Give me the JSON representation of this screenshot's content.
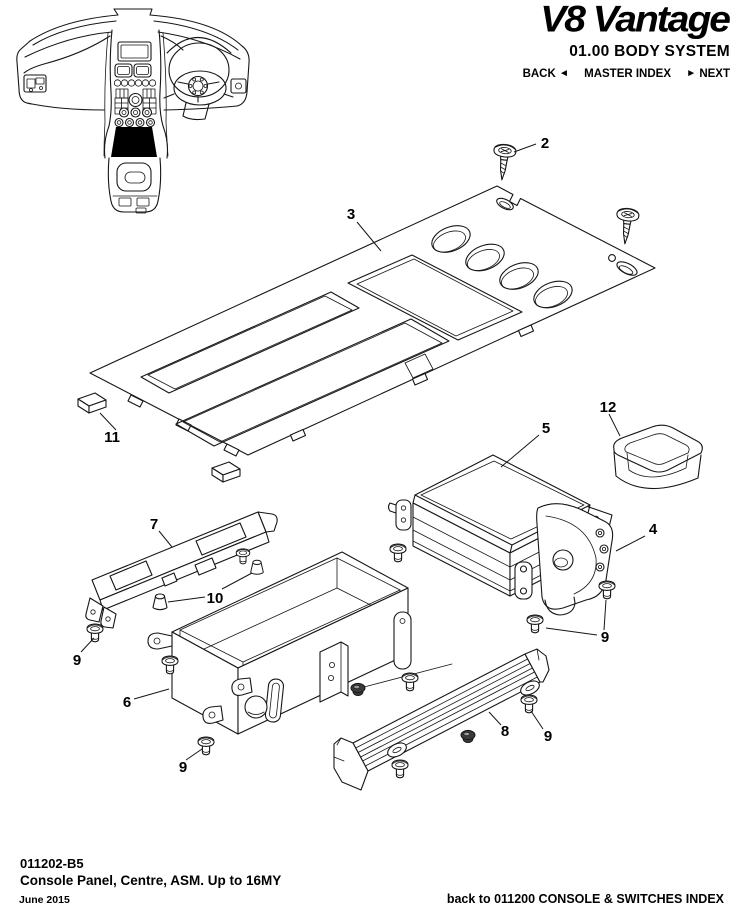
{
  "page": {
    "background_color": "#ffffff",
    "ink_color": "#161616"
  },
  "header": {
    "logo": "V8 Vantage",
    "system_title": "01.00 BODY SYSTEM",
    "nav": {
      "back_label": "BACK",
      "back_arrow": "◄",
      "master_index_label": "MASTER INDEX",
      "next_arrow": "►",
      "next_label": "NEXT"
    }
  },
  "diagram": {
    "callouts": [
      {
        "label": "2"
      },
      {
        "label": "3"
      },
      {
        "label": "11"
      },
      {
        "label": "5"
      },
      {
        "label": "12"
      },
      {
        "label": "4"
      },
      {
        "label": "7"
      },
      {
        "label": "10"
      },
      {
        "label": "9"
      },
      {
        "label": "6"
      },
      {
        "label": "9"
      },
      {
        "label": "9"
      },
      {
        "label": "8"
      },
      {
        "label": "9"
      }
    ]
  },
  "footer": {
    "document_number": "011202-B5",
    "document_title": "Console Panel, Centre, ASM. Up to 16MY",
    "date": "June 2015",
    "back_link": "back to 011200 CONSOLE & SWITCHES INDEX"
  }
}
